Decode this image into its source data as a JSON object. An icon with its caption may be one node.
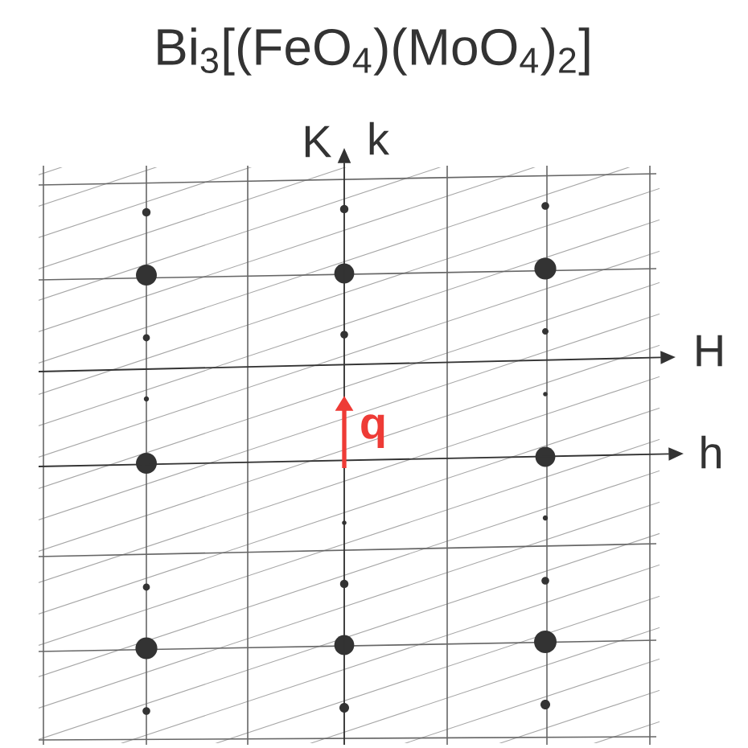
{
  "diagram": {
    "title": "Bi$_{3}$[(FeO$_{4}$)(MoO$_{4}$)$_{2}$]",
    "labels": [
      "K",
      "k",
      "H",
      "h",
      "q"
    ]
  }
}
